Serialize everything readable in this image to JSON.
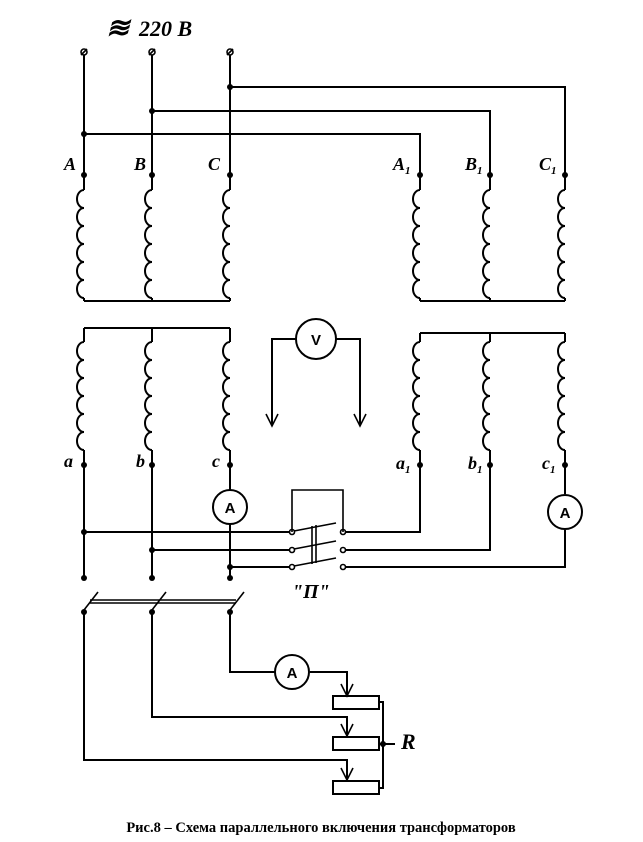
{
  "supply": {
    "symbol": "≋",
    "label": "220 В"
  },
  "primary_left": [
    "A",
    "B",
    "C"
  ],
  "primary_right": [
    {
      "base": "A",
      "sub": "1"
    },
    {
      "base": "B",
      "sub": "1"
    },
    {
      "base": "C",
      "sub": "1"
    }
  ],
  "secondary_left": [
    "a",
    "b",
    "c"
  ],
  "secondary_right": [
    {
      "base": "a",
      "sub": "1"
    },
    {
      "base": "b",
      "sub": "1"
    },
    {
      "base": "c",
      "sub": "1"
    }
  ],
  "meters": {
    "voltmeter": "V",
    "ammeter": "A"
  },
  "switch_label": "\"П\"",
  "rheostat_label": "R",
  "caption": "Рис.8 – Схема параллельного включения трансформаторов"
}
